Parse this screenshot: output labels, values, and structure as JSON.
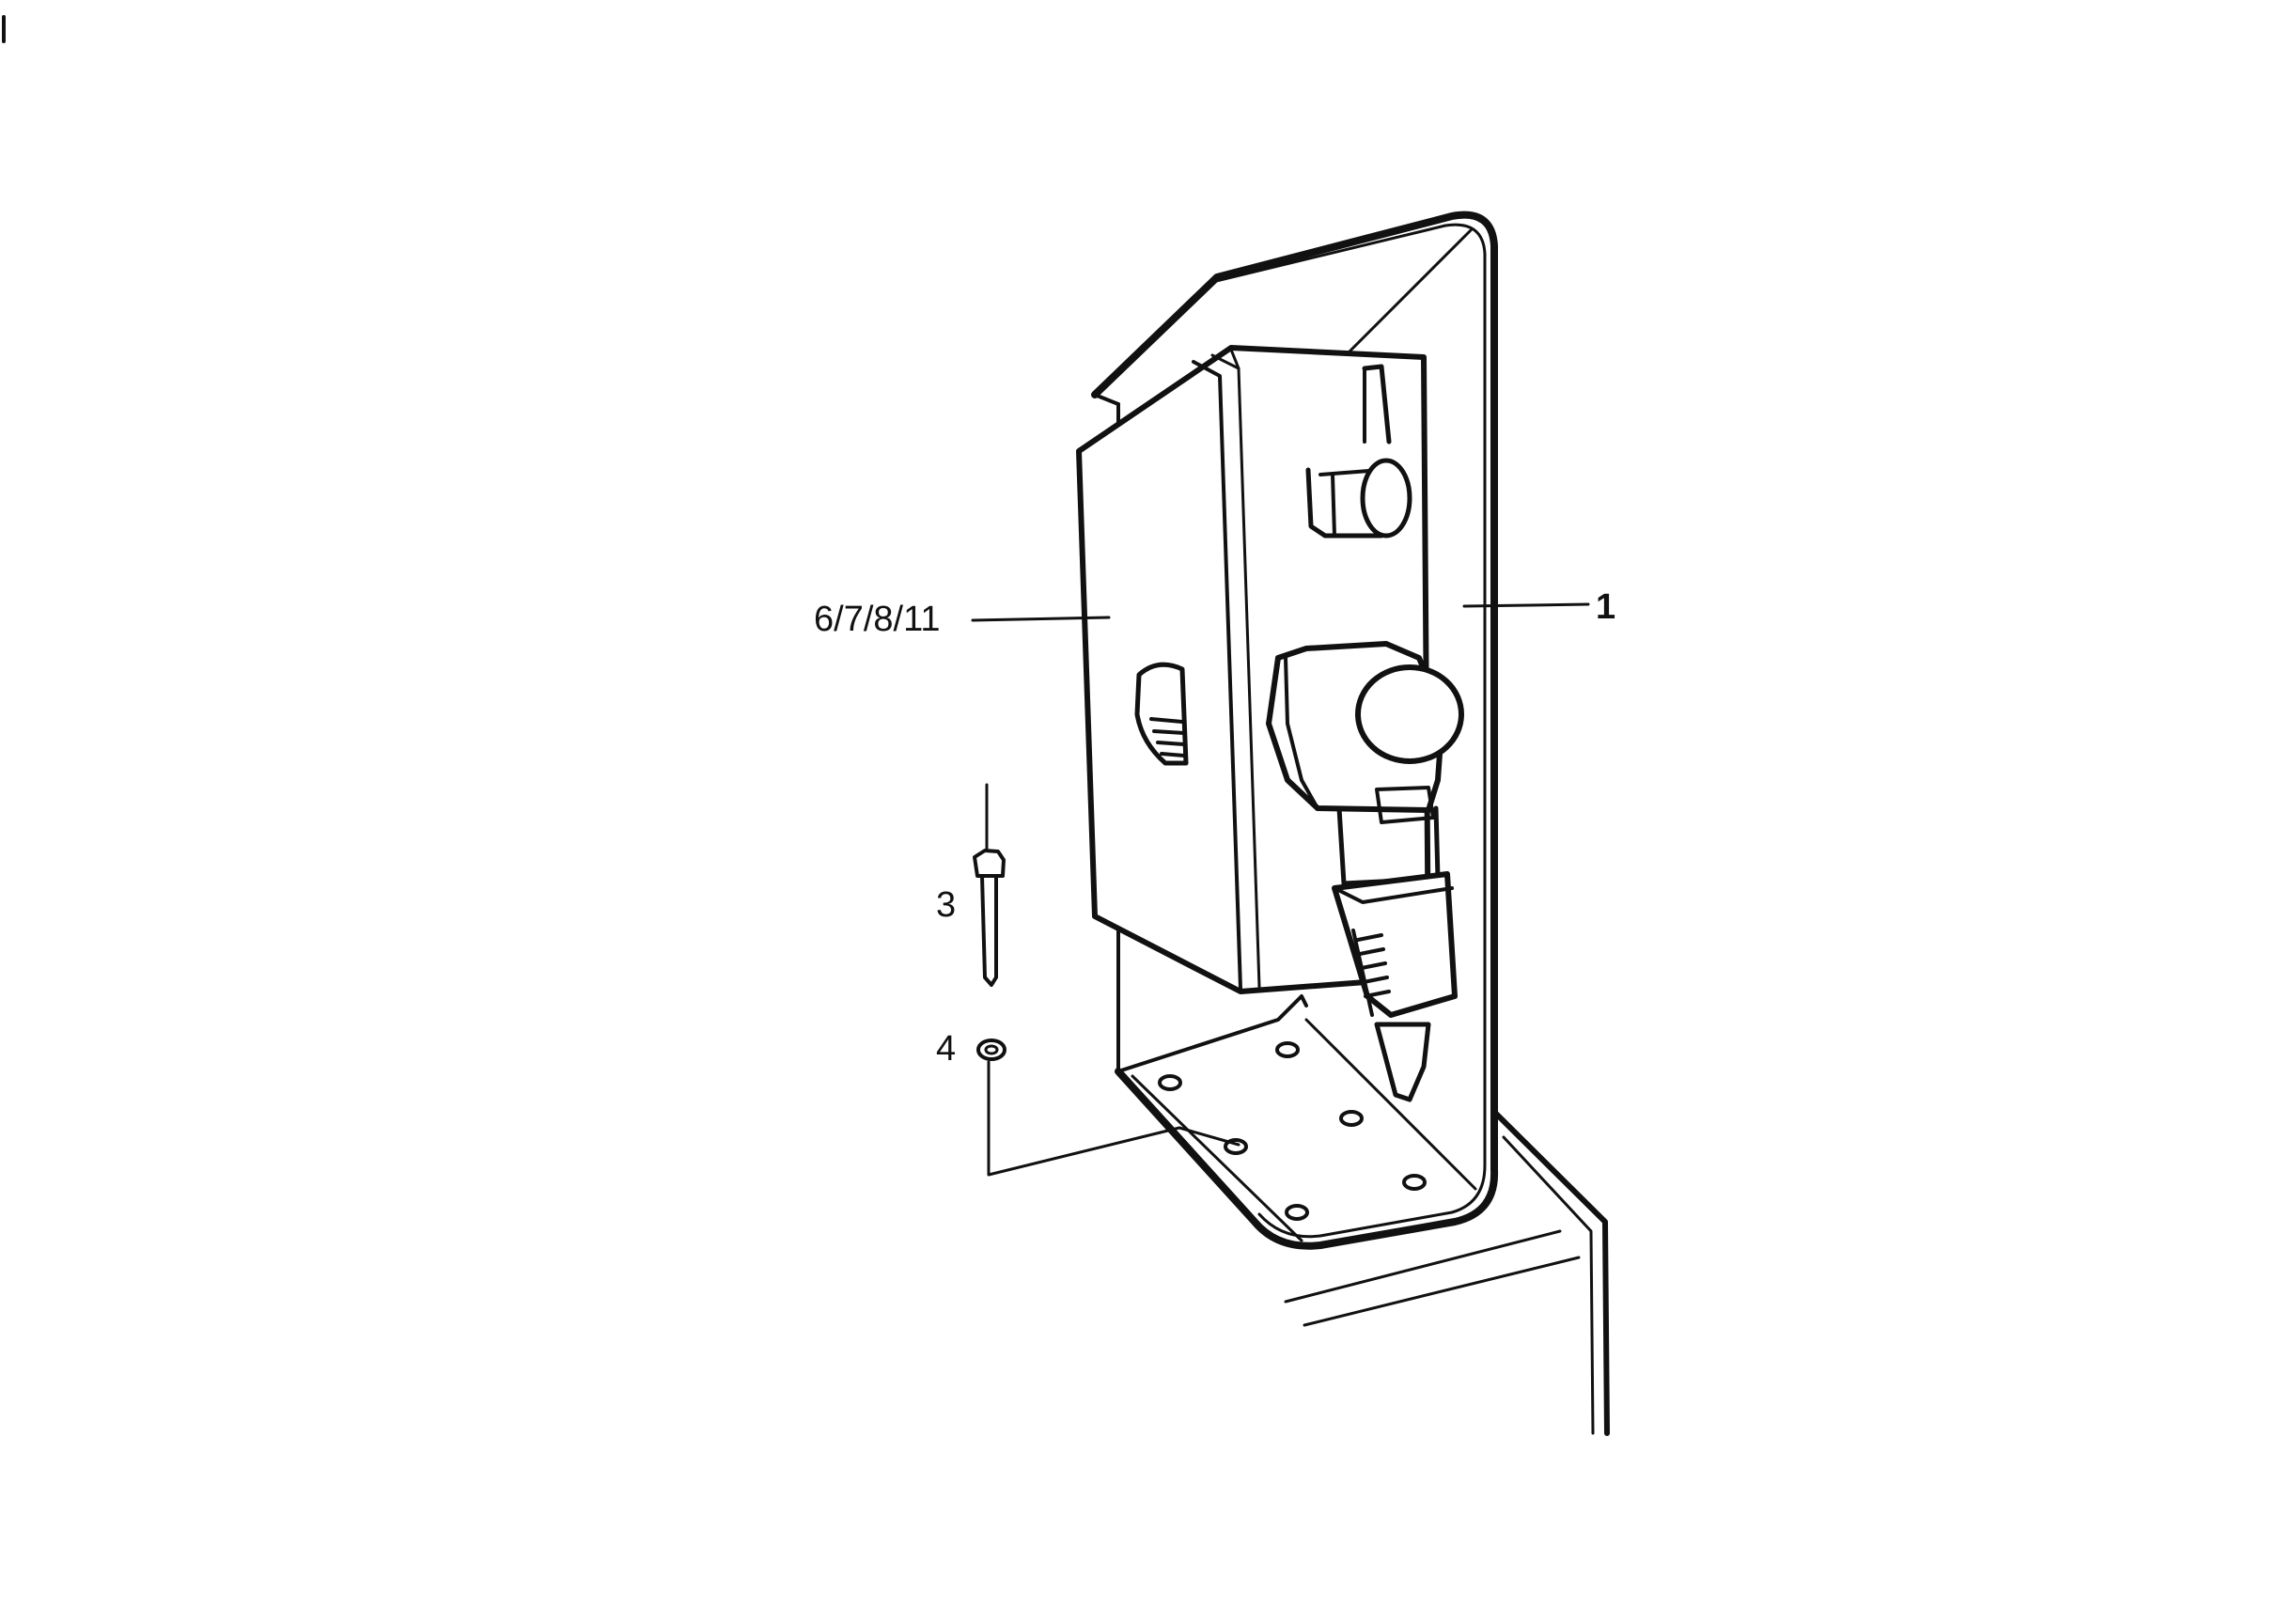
{
  "callouts": {
    "assembly_parts": "6/7/8/11",
    "bracket": "1",
    "screw": "3",
    "washer": "4"
  },
  "colors": {
    "ink": "#111111",
    "paper": "#ffffff"
  }
}
